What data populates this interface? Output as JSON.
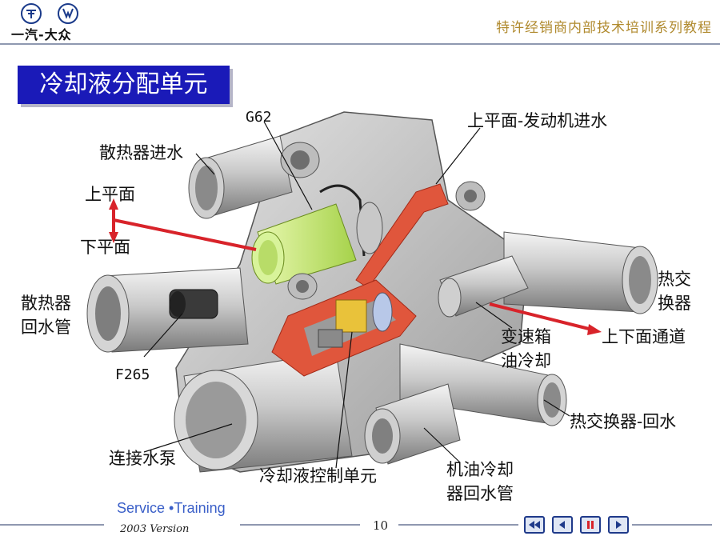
{
  "header": {
    "brand_name": "一汽-大众",
    "series_title": "特许经销商内部技术培训系列教程"
  },
  "slide": {
    "title": "冷却液分配单元"
  },
  "labels": {
    "g62": "G62",
    "top_surface_engine_inlet": "上平面-发动机进水",
    "radiator_inlet": "散热器进水",
    "upper_plane": "上平面",
    "lower_plane": "下平面",
    "radiator_return_1": "散热器",
    "radiator_return_2": "回水管",
    "heat_exchanger_1": "热交",
    "heat_exchanger_2": "换器",
    "upper_lower_channel": "上下面通道",
    "gearbox_oil_cooling_1": "变速箱",
    "gearbox_oil_cooling_2": "油冷却",
    "f265": "F265",
    "heat_exchanger_return": "热交换器-回水",
    "water_pump_connection": "连接水泵",
    "coolant_control_unit": "冷却液控制单元",
    "oil_cooler_return_1": "机油冷却",
    "oil_cooler_return_2": "器回水管"
  },
  "footer": {
    "service_training": "Service •Training",
    "version": "2003 Version",
    "page_number": "10"
  },
  "colors": {
    "title_bg": "#1a1ab8",
    "series_text": "#b08a2e",
    "arrow_red": "#d8232a",
    "thermostat_green": "#c8ec7a"
  }
}
